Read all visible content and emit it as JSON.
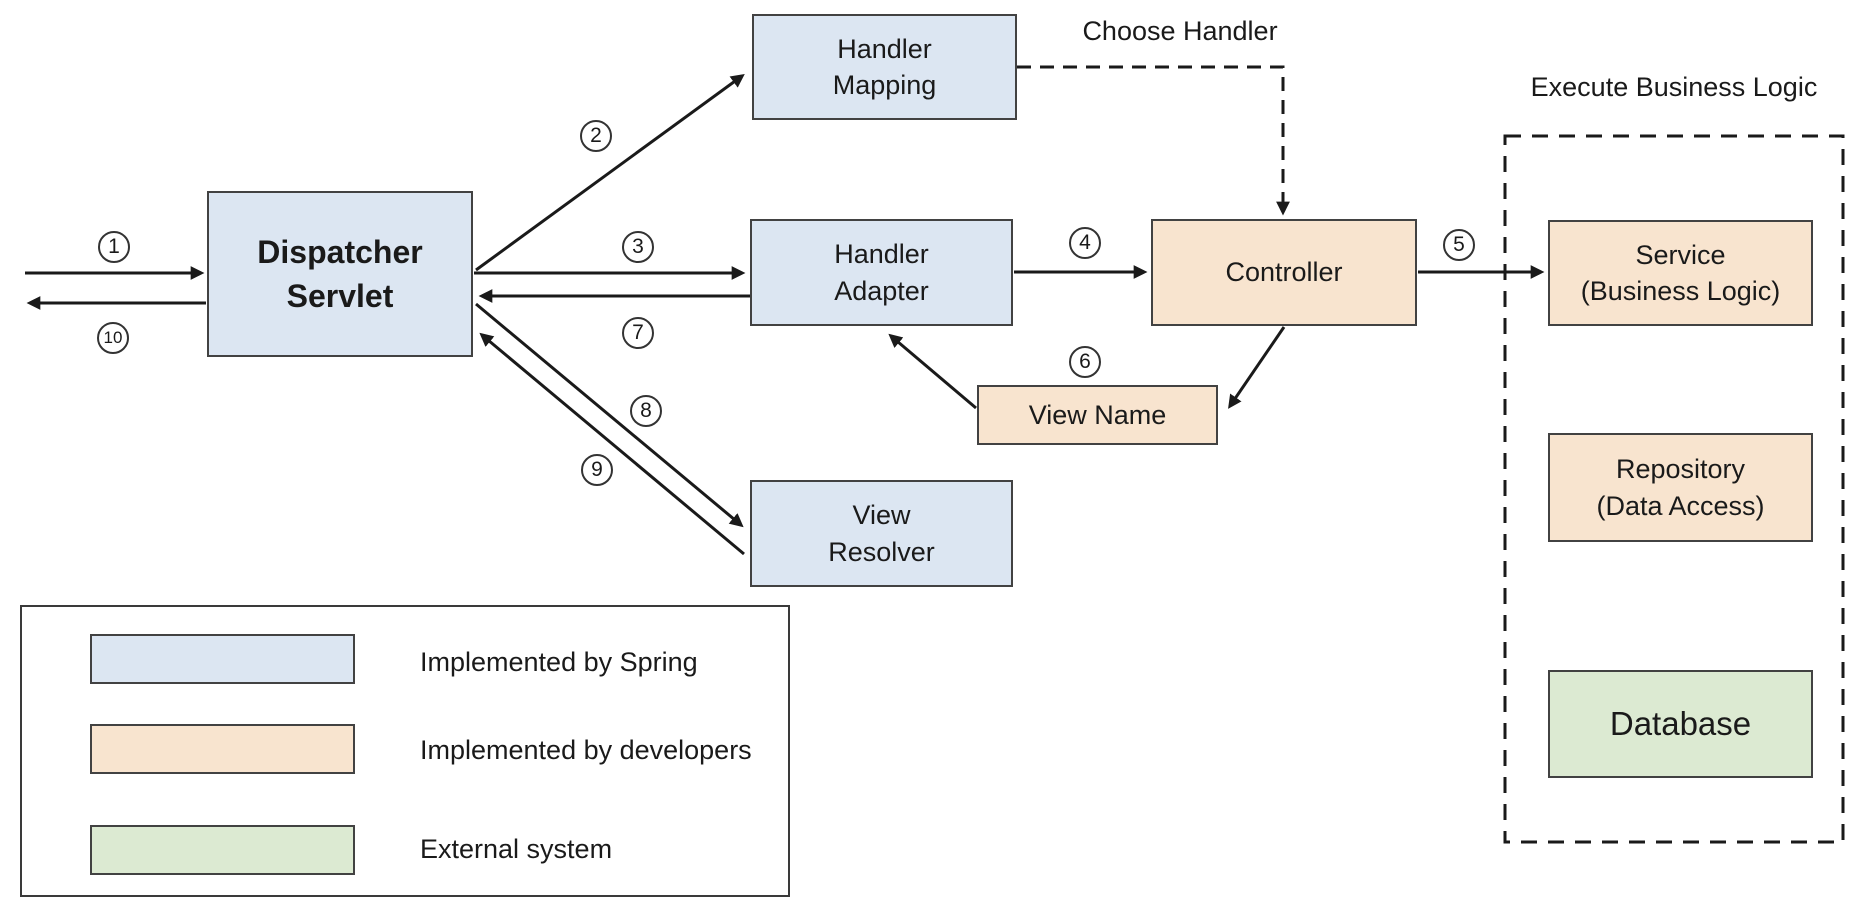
{
  "nodes": {
    "dispatcher_servlet": {
      "label": "Dispatcher\nServlet"
    },
    "handler_mapping": {
      "label": "Handler\nMapping"
    },
    "handler_adapter": {
      "label": "Handler\nAdapter"
    },
    "view_resolver": {
      "label": "View\nResolver"
    },
    "controller": {
      "label": "Controller"
    },
    "view_name": {
      "label": "View Name"
    },
    "service": {
      "label": "Service\n(Business Logic)"
    },
    "repository": {
      "label": "Repository\n(Data Access)"
    },
    "database": {
      "label": "Database"
    }
  },
  "annotations": {
    "choose_handler": "Choose Handler",
    "execute_business_logic": "Execute Business Logic"
  },
  "steps": [
    "1",
    "2",
    "3",
    "4",
    "5",
    "6",
    "7",
    "8",
    "9",
    "10"
  ],
  "legend": {
    "items": [
      {
        "label": "Implemented by Spring",
        "color": "#dce6f2"
      },
      {
        "label": "Implemented by developers",
        "color": "#f8e4cf"
      },
      {
        "label": "External system",
        "color": "#dcead2"
      }
    ]
  },
  "colors": {
    "spring_fill": "#dce6f2",
    "developer_fill": "#f8e4cf",
    "external_fill": "#dcead2",
    "border": "#424242",
    "arrow": "#1a1a1a"
  }
}
